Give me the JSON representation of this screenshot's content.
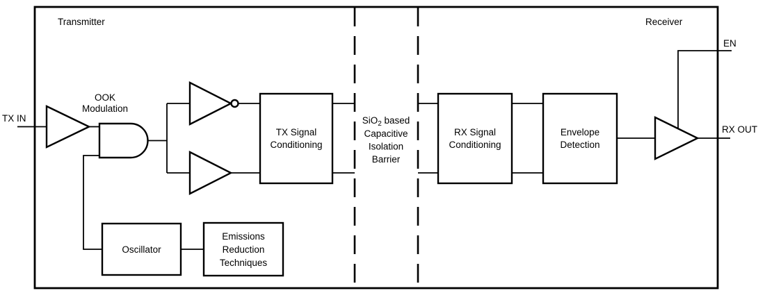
{
  "diagram": {
    "title_labels": {
      "transmitter": "Transmitter",
      "receiver": "Receiver"
    },
    "ports": {
      "tx_in": "TX IN",
      "en": "EN",
      "rx_out": "RX OUT"
    },
    "ook_label": {
      "line1": "OOK",
      "line2": "Modulation"
    },
    "barrier_label": {
      "line1_prefix": "SiO",
      "line1_sub": "2",
      "line1_suffix": " based",
      "line2": "Capacitive",
      "line3": "Isolation",
      "line4": "Barrier"
    },
    "blocks": {
      "tx_signal_conditioning": {
        "line1": "TX Signal",
        "line2": "Conditioning"
      },
      "rx_signal_conditioning": {
        "line1": "RX Signal",
        "line2": "Conditioning"
      },
      "envelope_detection": {
        "line1": "Envelope",
        "line2": "Detection"
      },
      "oscillator": {
        "line1": "Oscillator"
      },
      "emissions_reduction": {
        "line1": "Emissions",
        "line2": "Reduction",
        "line3": "Techniques"
      }
    },
    "colors": {
      "stroke": "#000000",
      "background": "#ffffff"
    }
  }
}
